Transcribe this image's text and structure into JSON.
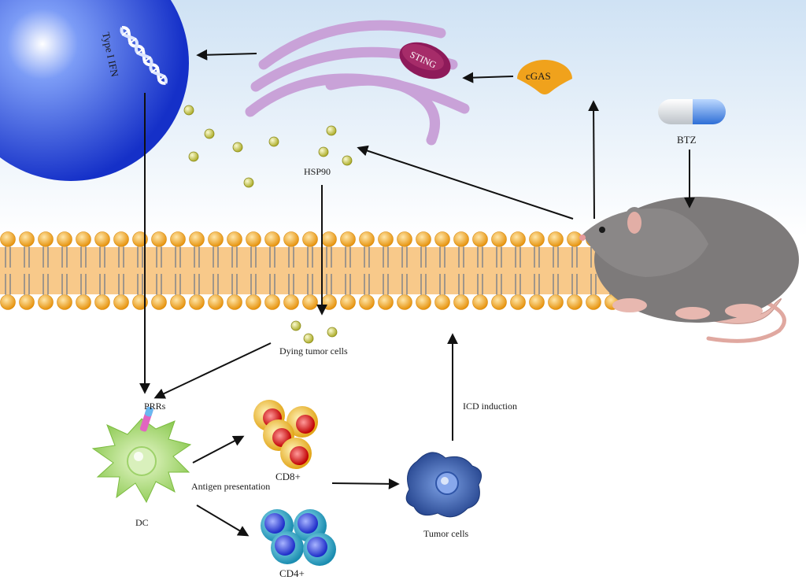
{
  "labels": {
    "type1_ifn": "Type I IFN",
    "sting": "STING",
    "cgas": "cGAS",
    "btz": "BTZ",
    "hsp90": "HSP90",
    "dying_tumor_cells": "Dying tumor cells",
    "prrs": "PRRs",
    "cd8": "CD8+",
    "cd4": "CD4+",
    "dc": "DC",
    "antigen_presentation": "Antigen presentation",
    "tumor_cells": "Tumor cells",
    "icd_induction": "ICD induction"
  },
  "colors": {
    "sky_top": "#d6e6f5",
    "nucleus_blue": "#1f3fd6",
    "er_purple": "#c8a0d6",
    "sting_magenta": "#8e1a5a",
    "cgas_orange": "#f0a21c",
    "membrane_head": "#f0a21c",
    "membrane_fill": "#f8c98a",
    "hsp90_dot": "#c8c838",
    "mouse_gray": "#7d7a7a",
    "dc_green": "#a6d86a",
    "cd8_red": "#d81818",
    "cd8_ring": "#f0c23a",
    "cd4_blue": "#3a4ad8",
    "cd4_ring": "#2aa8c8",
    "tumor_blue": "#2a4ea0"
  },
  "icons": [
    "dna-icon",
    "capsule-icon",
    "mouse-icon"
  ]
}
